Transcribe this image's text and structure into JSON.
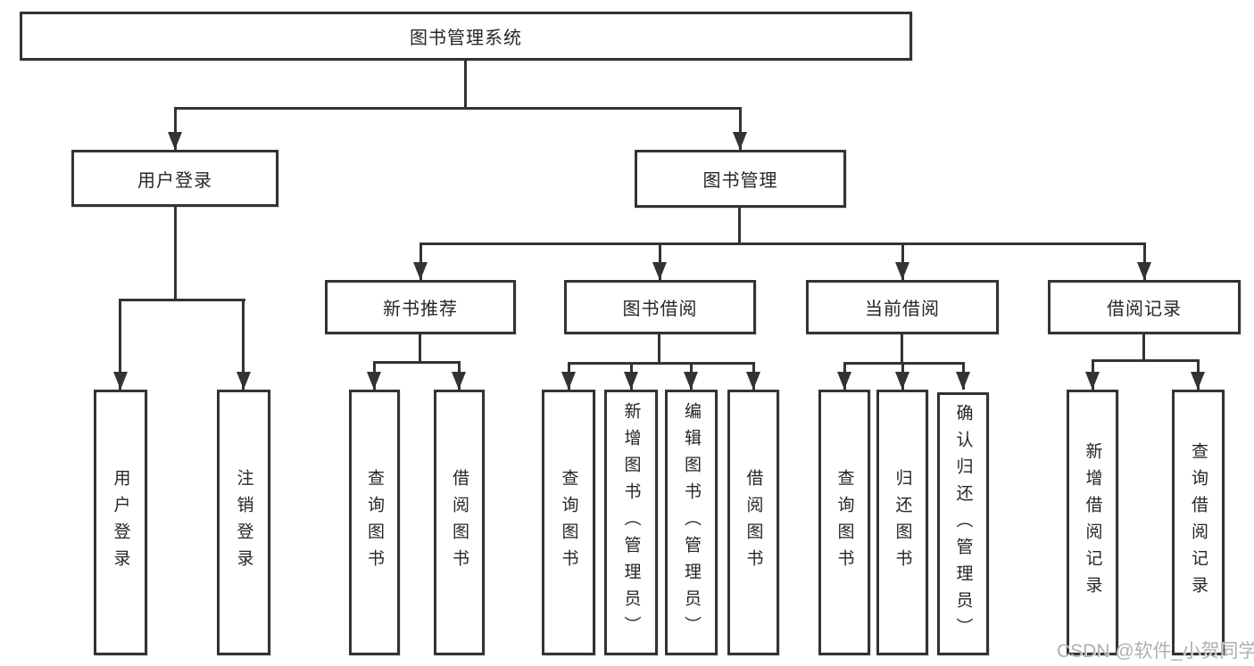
{
  "diagram": {
    "colors": {
      "line": "#333333",
      "text": "#262626",
      "box_bg": "#ffffff",
      "watermark": "#b0b0b0"
    },
    "root": {
      "label": "图书管理系统"
    },
    "level2": {
      "user_login": {
        "label": "用户登录"
      },
      "book_mgmt": {
        "label": "图书管理"
      }
    },
    "level3": {
      "new_books": {
        "label": "新书推荐"
      },
      "book_borrow": {
        "label": "图书借阅"
      },
      "current_borrow": {
        "label": "当前借阅"
      },
      "borrow_records": {
        "label": "借阅记录"
      }
    },
    "leaves": {
      "user_login": {
        "label": "用户登录"
      },
      "logout": {
        "label": "注销登录"
      },
      "nb_query_books": {
        "label": "查询图书"
      },
      "nb_borrow_books": {
        "label": "借阅图书"
      },
      "bb_query_books": {
        "label": "查询图书"
      },
      "bb_add_books": {
        "label": "新增图书（管理员）"
      },
      "bb_edit_books": {
        "label": "编辑图书（管理员）"
      },
      "bb_borrow_books": {
        "label": "借阅图书"
      },
      "cb_query_books": {
        "label": "查询图书"
      },
      "cb_return_books": {
        "label": "归还图书"
      },
      "cb_confirm_return": {
        "label": "确认归还（管理员）"
      },
      "br_add_record": {
        "label": "新增借阅记录"
      },
      "br_query_record": {
        "label": "查询借阅记录"
      }
    },
    "hierarchy": {
      "图书管理系统": [
        "用户登录",
        "图书管理"
      ],
      "用户登录": [
        "用户登录",
        "注销登录"
      ],
      "图书管理": [
        "新书推荐",
        "图书借阅",
        "当前借阅",
        "借阅记录"
      ],
      "新书推荐": [
        "查询图书",
        "借阅图书"
      ],
      "图书借阅": [
        "查询图书",
        "新增图书（管理员）",
        "编辑图书（管理员）",
        "借阅图书"
      ],
      "当前借阅": [
        "查询图书",
        "归还图书",
        "确认归还（管理员）"
      ],
      "借阅记录": [
        "新增借阅记录",
        "查询借阅记录"
      ]
    },
    "watermark": "CSDN @软件_小贺同学"
  }
}
